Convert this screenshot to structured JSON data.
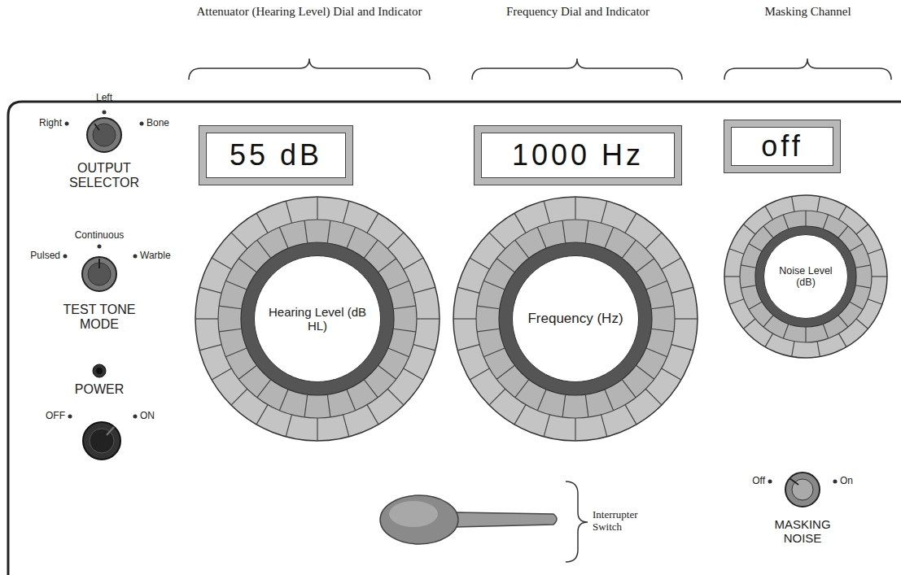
{
  "diagram": {
    "nodes": [
      {
        "text": [
          "55 dB"
        ]
      },
      {
        "text": [
          "Hearing Level (dB HL)"
        ]
      },
      {
        "text": [
          "1000 Hz"
        ]
      },
      {
        "text": [
          "Frequency (Hz)"
        ]
      },
      {
        "text": [
          "off"
        ]
      },
      {
        "text": [
          "Noise Level (dB)"
        ]
      }
    ],
    "labels": [
      "Attenuator (Hearing Level) Dial and Indicator",
      "Frequency Dial and Indicator",
      "Masking Channel",
      "Left",
      "Right",
      "Bone",
      "OUTPUT SELECTOR",
      "Continuous",
      "Pulsed",
      "Warble",
      "TEST TONE MODE",
      "POWER",
      "OFF",
      "ON",
      "Interrupter Switch",
      "Off",
      "On",
      "MASKING NOISE"
    ]
  }
}
